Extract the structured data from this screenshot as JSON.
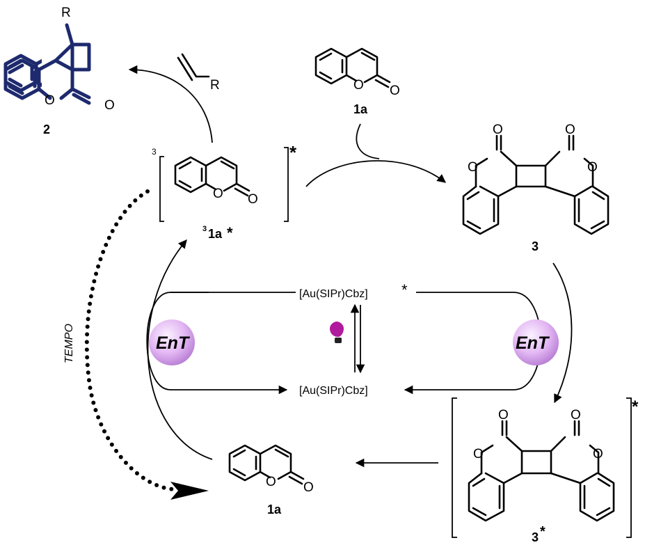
{
  "labels": {
    "product_2": "2",
    "coumarin_top": "1a",
    "triplet_sup": "3",
    "triplet_main": "1a",
    "triplet_star": "*",
    "dimer_3": "3",
    "dimer_3_excited": "3",
    "dimer_star": "*",
    "coumarin_bottom": "1a",
    "catalyst_excited": "[Au(SIPr)Cbz]",
    "catalyst_excited_star": "*",
    "catalyst_ground": "[Au(SIPr)Cbz]",
    "ent_left": "EnT",
    "ent_right": "EnT",
    "tempo": "TEMPO",
    "r_top": "R",
    "r_alkene": "R"
  },
  "atoms": {
    "oxygen": "O"
  },
  "colors": {
    "product_bonds": "#1e2a6e",
    "ent_sphere": "#d9a6ef",
    "bulb": "#b01a9c"
  },
  "icons": {
    "light": "light-bulb-icon"
  }
}
